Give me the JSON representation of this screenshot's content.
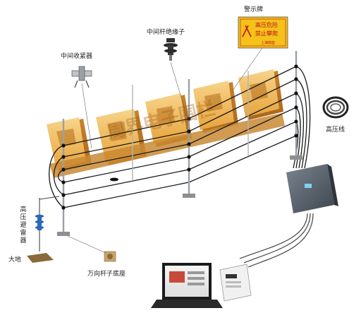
{
  "labels": {
    "warning_sign": "警示牌",
    "middle_insulator": "中间杆绝缘子",
    "middle_tensioner": "中间收紧器",
    "hv_wire": "高压线",
    "lightning_arrester": "高压避雷器",
    "ground": "大地",
    "universal_base": "万向杆子底座"
  },
  "sign": {
    "line1": "高压危险",
    "line2": "禁止攀爬",
    "company": "上海底座"
  },
  "banner_text": "周界电子围栏",
  "colors": {
    "sign_bg": "#f4c21a",
    "sign_text": "#c0141c",
    "banner": "#e6a53a",
    "controller": "#5a6470"
  }
}
